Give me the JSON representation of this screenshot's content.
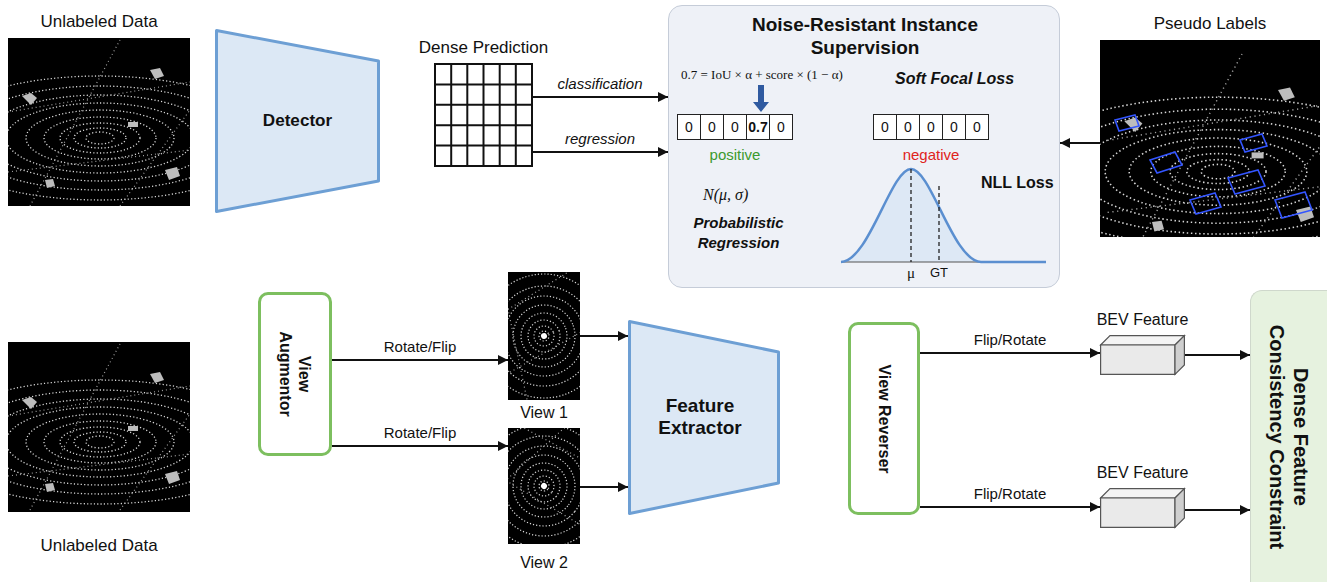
{
  "diagram": {
    "nodes": [
      {
        "text": [
          "Unlabeled Data"
        ]
      },
      {
        "text": [
          "Detector"
        ]
      },
      {
        "text": [
          "Dense Prediction"
        ]
      },
      {
        "text": [
          "Noise-Resistant Instance Supervision",
          "0.7 = IoU × α + score × (1 − α)",
          "Soft Focal Loss",
          "positive",
          "negative",
          "N(μ, σ)",
          "Probabilistic Regression",
          "NLL Loss",
          "μ",
          "GT"
        ]
      },
      {
        "text": [
          "0"
        ],
        "in": 3
      },
      {
        "text": [
          "0"
        ],
        "in": 3
      },
      {
        "text": [
          "0"
        ],
        "in": 3
      },
      {
        "text": [
          "0.7"
        ],
        "in": 3
      },
      {
        "text": [
          "0"
        ],
        "in": 3
      },
      {
        "text": [
          "0"
        ],
        "in": 3
      },
      {
        "text": [
          "0"
        ],
        "in": 3
      },
      {
        "text": [
          "0"
        ],
        "in": 3
      },
      {
        "text": [
          "0"
        ],
        "in": 3
      },
      {
        "text": [
          "0"
        ],
        "in": 3
      },
      {
        "text": [
          "Pseudo Labels"
        ]
      },
      {
        "text": [
          "Unlabeled Data"
        ]
      },
      {
        "text": [
          "View Augmentor"
        ]
      },
      {
        "text": [
          "View 1"
        ]
      },
      {
        "text": [
          "View 2"
        ]
      },
      {
        "text": [
          "Feature Extractor"
        ]
      },
      {
        "text": [
          "View Reverser"
        ]
      },
      {
        "text": [
          "BEV Feature"
        ]
      },
      {
        "text": [
          "BEV Feature"
        ]
      },
      {
        "text": [
          "Dense Feature Consistency Constraint"
        ]
      }
    ],
    "edges": [
      {
        "from": 2,
        "to": 3,
        "label": "classification",
        "arrow": "to"
      },
      {
        "from": 2,
        "to": 3,
        "label": "regression",
        "arrow": "to"
      },
      {
        "from": 14,
        "to": 3,
        "arrow": "to"
      },
      {
        "from": 16,
        "to": 17,
        "label": "Rotate/Flip",
        "arrow": "to"
      },
      {
        "from": 16,
        "to": 18,
        "label": "Rotate/Flip",
        "arrow": "to"
      },
      {
        "from": 17,
        "to": 19,
        "arrow": "to"
      },
      {
        "from": 18,
        "to": 19,
        "arrow": "to"
      },
      {
        "from": 20,
        "to": 21,
        "label": "Flip/Rotate",
        "arrow": "to"
      },
      {
        "from": 20,
        "to": 22,
        "label": "Flip/Rotate",
        "arrow": "to"
      },
      {
        "from": 21,
        "to": 23,
        "arrow": "to"
      },
      {
        "from": 22,
        "to": 23,
        "arrow": "to"
      }
    ]
  }
}
